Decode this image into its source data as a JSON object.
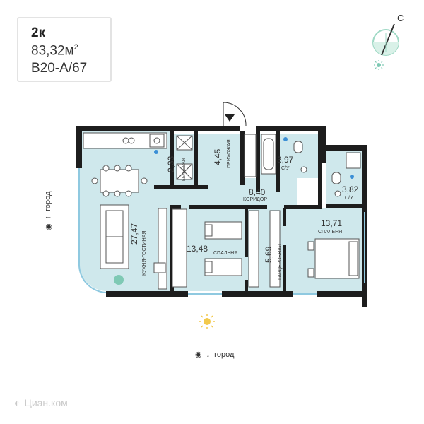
{
  "apartment": {
    "rooms": "2к",
    "area": "83,32м",
    "area_sup": "2",
    "code": "В20-А/67"
  },
  "compass": {
    "north": "С"
  },
  "rooms": {
    "kitchen": {
      "area": "27,47",
      "name": "КУХНЯ-ГОСТИНАЯ"
    },
    "balcony": {
      "area": "2,33",
      "name": "БЕЛЬЕВАЯ"
    },
    "hallway": {
      "area": "4,45",
      "name": "ПРИХОЖАЯ"
    },
    "bath1": {
      "area": "3,97",
      "name": "С/У"
    },
    "bath2": {
      "area": "3,82",
      "name": "С/У"
    },
    "corridor": {
      "area": "8,40",
      "name": "КОРИДОР"
    },
    "bedroom1": {
      "area": "13,48",
      "name": "СПАЛЬНЯ"
    },
    "wardrobe": {
      "area": "5,69",
      "name": "ГАРДЕРОБНАЯ"
    },
    "bedroom2": {
      "area": "13,71",
      "name": "СПАЛЬНЯ"
    }
  },
  "views": {
    "left": "город",
    "bottom": "город"
  },
  "watermark": "Циан.ком",
  "colors": {
    "room_fill": "#cfe8ec",
    "wall": "#1d1d1d",
    "accent": "#7ec9b4",
    "sun": "#f2c94c"
  }
}
